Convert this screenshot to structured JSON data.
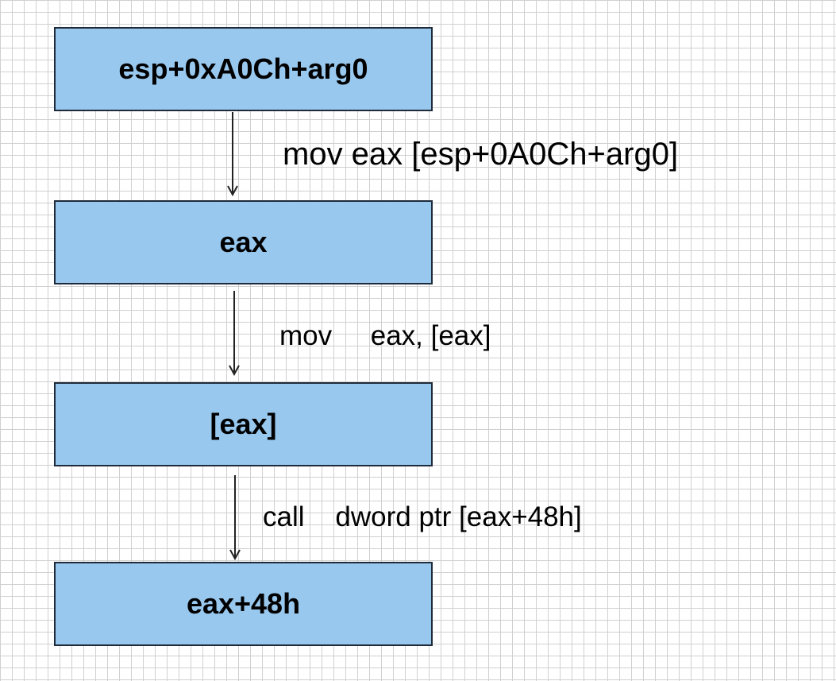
{
  "nodes": [
    {
      "id": "n0",
      "label": "esp+0xA0Ch+arg0"
    },
    {
      "id": "n1",
      "label": "eax"
    },
    {
      "id": "n2",
      "label": "[eax]"
    },
    {
      "id": "n3",
      "label": "eax+48h"
    }
  ],
  "edges": [
    {
      "from": "n0",
      "to": "n1",
      "label": "mov eax [esp+0A0Ch+arg0]"
    },
    {
      "from": "n1",
      "to": "n2",
      "label": "mov     eax, [eax]"
    },
    {
      "from": "n2",
      "to": "n3",
      "label": "call    dword ptr [eax+48h]"
    }
  ],
  "colors": {
    "node_fill": "#99c8ee",
    "node_border": "#1e2b3a",
    "arrow": "#222222",
    "grid": "#d0d0d0"
  }
}
